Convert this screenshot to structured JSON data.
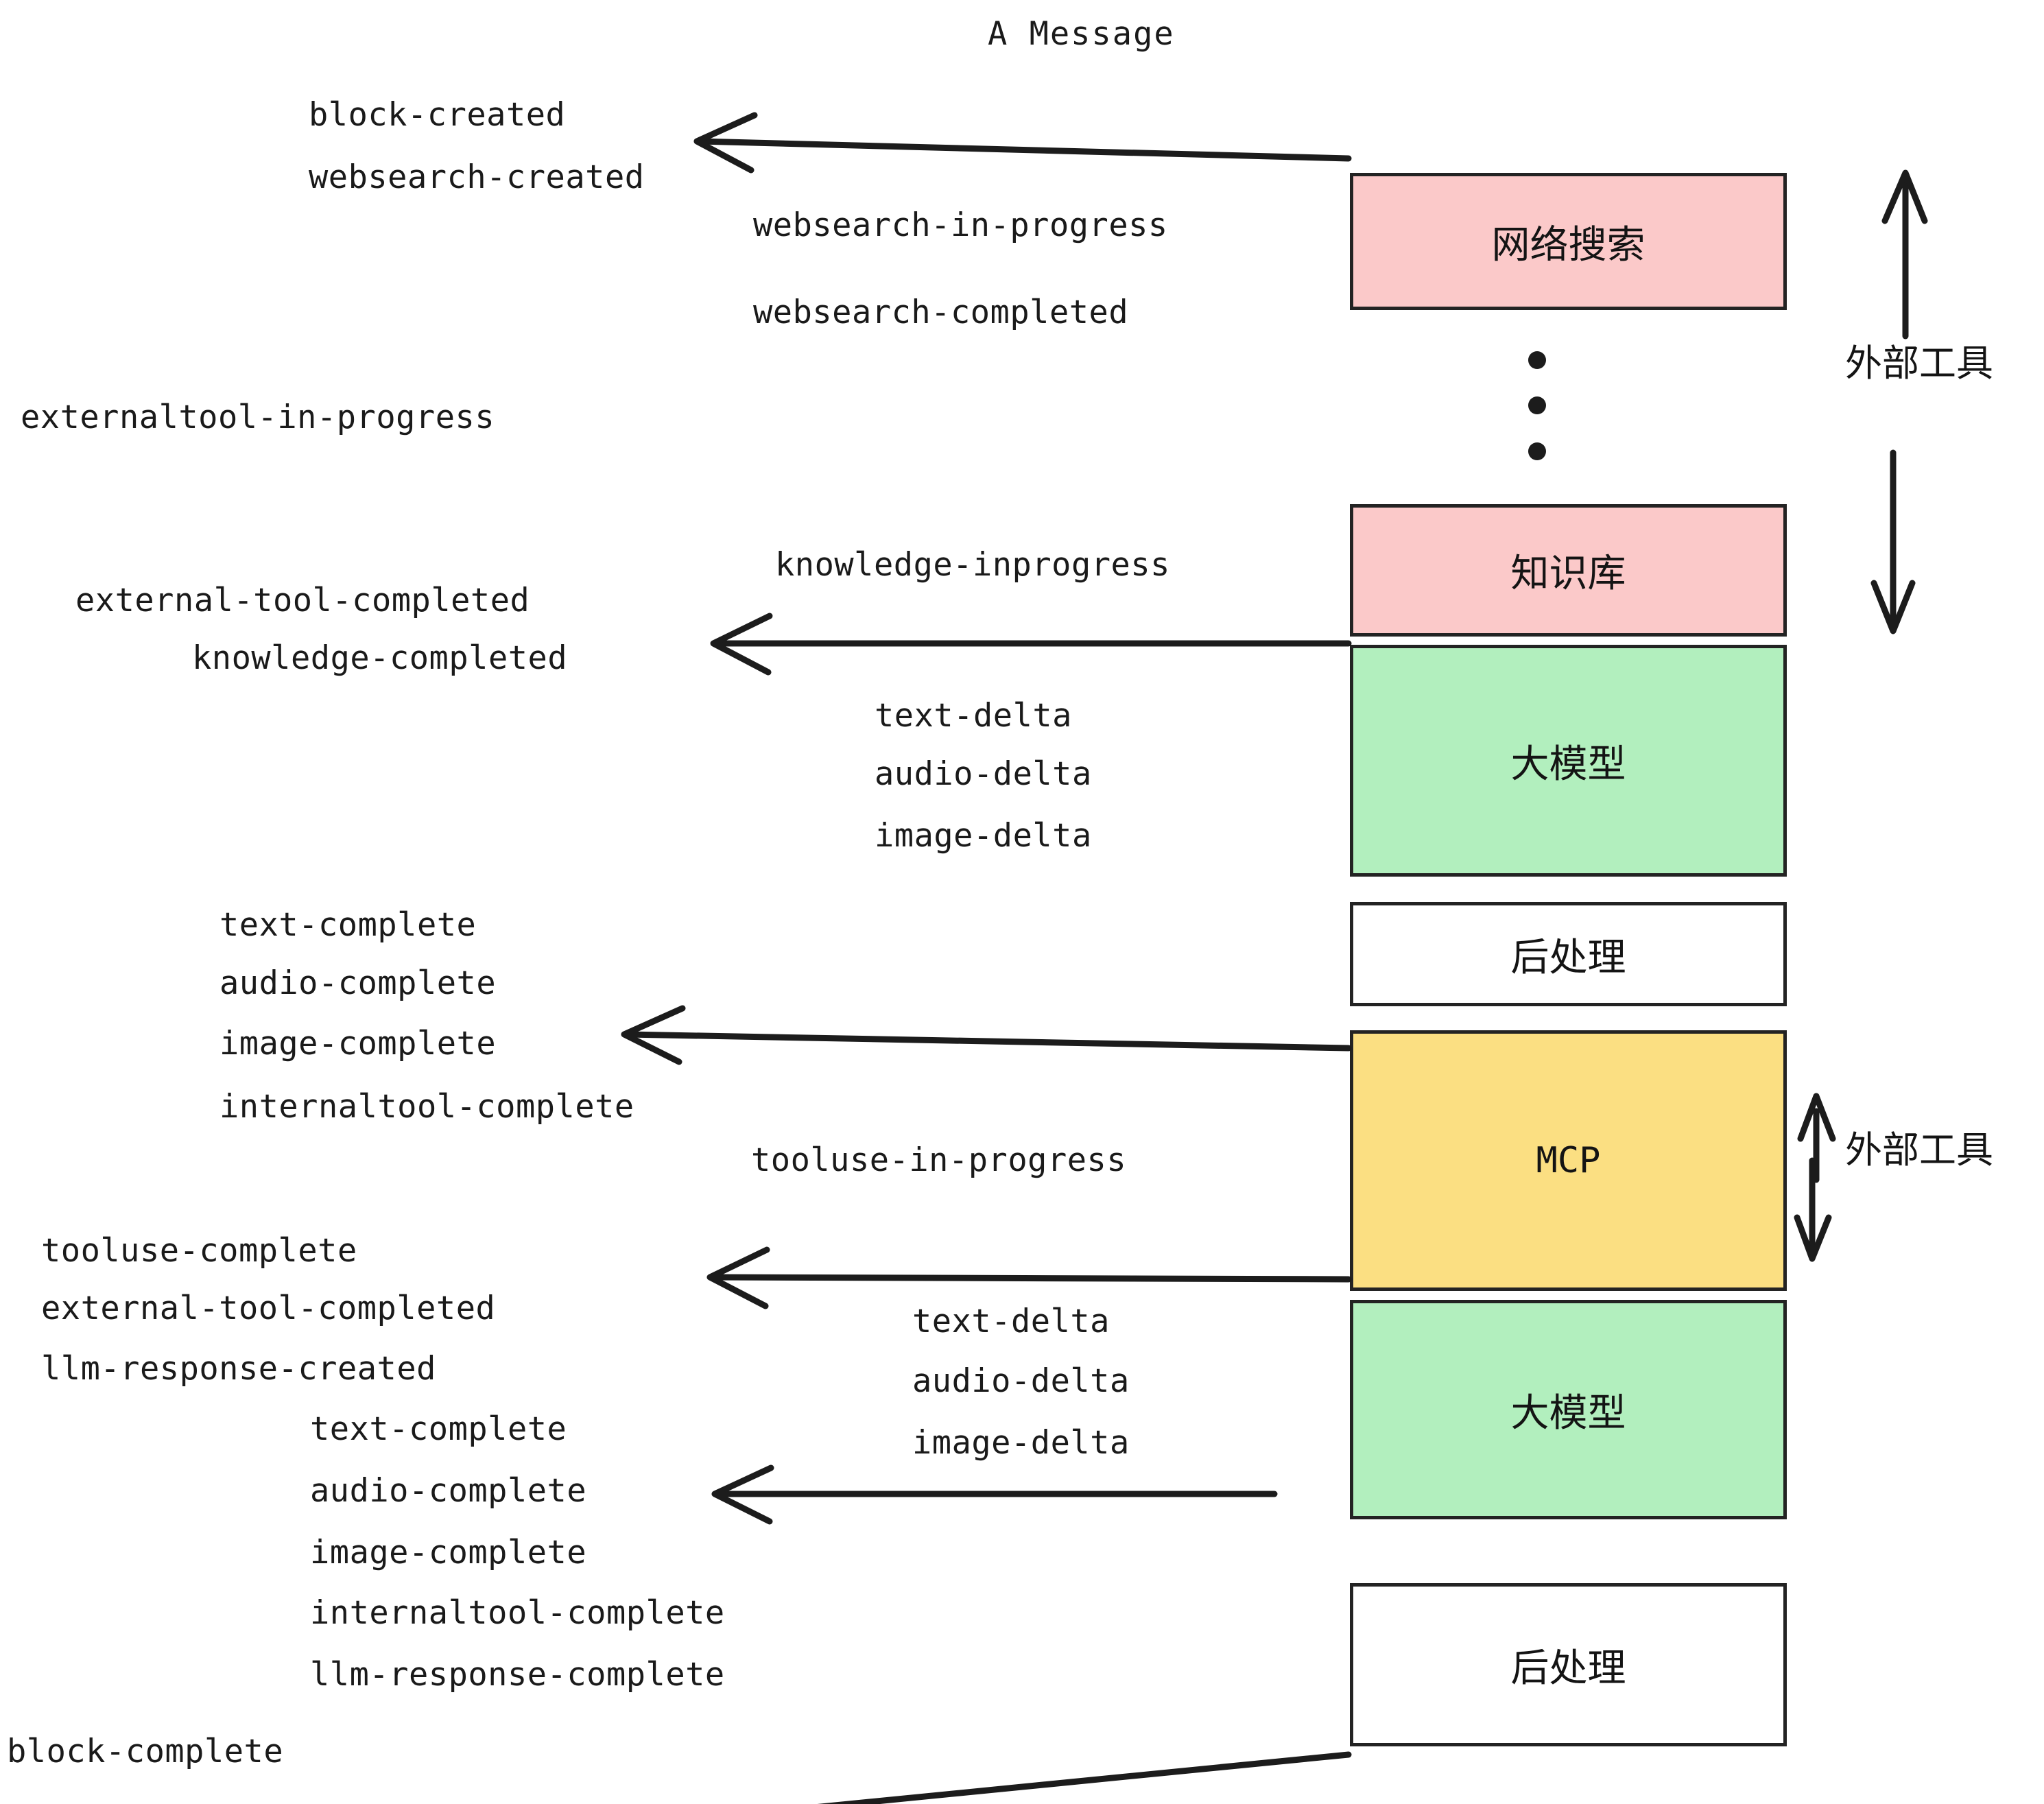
{
  "title": "A Message",
  "events": {
    "block_created": "block-created",
    "websearch_created": "websearch-created",
    "websearch_in_progress": "websearch-in-progress",
    "websearch_completed": "websearch-completed",
    "externaltool_in_progress": "externaltool-in-progress",
    "knowledge_inprogress": "knowledge-inprogress",
    "external_tool_completed_1": "external-tool-completed",
    "knowledge_completed": "knowledge-completed",
    "text_delta_1": "text-delta",
    "audio_delta_1": "audio-delta",
    "image_delta_1": "image-delta",
    "text_complete_1": "text-complete",
    "audio_complete_1": "audio-complete",
    "image_complete_1": "image-complete",
    "internaltool_complete_1": "internaltool-complete",
    "tooluse_in_progress": "tooluse-in-progress",
    "tooluse_complete": "tooluse-complete",
    "external_tool_completed_2": "external-tool-completed",
    "llm_response_created": "llm-response-created",
    "text_delta_2": "text-delta",
    "audio_delta_2": "audio-delta",
    "image_delta_2": "image-delta",
    "text_complete_2": "text-complete",
    "audio_complete_2": "audio-complete",
    "image_complete_2": "image-complete",
    "internaltool_complete_2": "internaltool-complete",
    "llm_response_complete": "llm-response-complete",
    "block_complete": "block-complete"
  },
  "boxes": {
    "websearch": "网络搜索",
    "knowledge": "知识库",
    "llm_1": "大模型",
    "postprocess_1": "后处理",
    "mcp": "MCP",
    "llm_2": "大模型",
    "postprocess_2": "后处理"
  },
  "side_labels": {
    "external_tools_top": "外部工具",
    "external_tools_bottom": "外部工具"
  },
  "colors": {
    "pink": "#fbc9c9",
    "green": "#b2efbe",
    "yellow": "#fbdf82",
    "plain": "#ffffff",
    "stroke": "#232323",
    "text": "#1a1a1a"
  }
}
